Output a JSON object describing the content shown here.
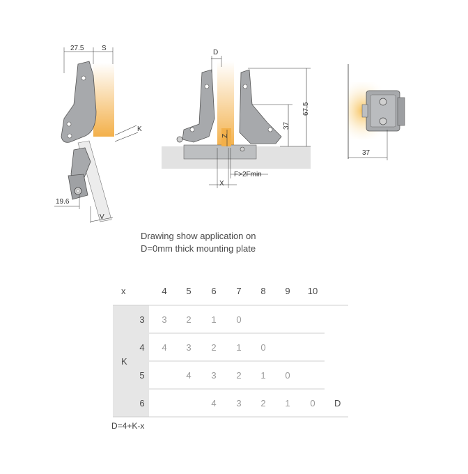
{
  "dims": {
    "d1": "27.5",
    "d2": "S",
    "d3": "K",
    "d4": "19.6",
    "d5": "V",
    "d6": "D",
    "d7": "67.5",
    "d8": "37",
    "d9": "Z",
    "d10": "F>2Fmin",
    "d11": "X",
    "d12": "37"
  },
  "caption": {
    "line1": "Drawing show application on",
    "line2": "D=0mm thick mounting plate"
  },
  "table": {
    "x_label": "x",
    "k_label": "K",
    "d_label": "D",
    "x_values": [
      "4",
      "5",
      "6",
      "7",
      "8",
      "9",
      "10"
    ],
    "rows": [
      {
        "k": "3",
        "cells": [
          "3",
          "2",
          "1",
          "0",
          "",
          "",
          ""
        ]
      },
      {
        "k": "4",
        "cells": [
          "4",
          "3",
          "2",
          "1",
          "0",
          "",
          ""
        ]
      },
      {
        "k": "5",
        "cells": [
          "",
          "4",
          "3",
          "2",
          "1",
          "0",
          ""
        ]
      },
      {
        "k": "6",
        "cells": [
          "",
          "",
          "4",
          "3",
          "2",
          "1",
          "0"
        ]
      }
    ]
  },
  "formula": "D=4+K-x",
  "colors": {
    "hinge_gray": "#a7a9ac",
    "door_orange": "#f3b04a",
    "panel_gray": "#e2e2e2",
    "table_header_bg": "#e6e6e6",
    "text_dark": "#4a4a4a",
    "text_light": "#9a9a9a"
  }
}
